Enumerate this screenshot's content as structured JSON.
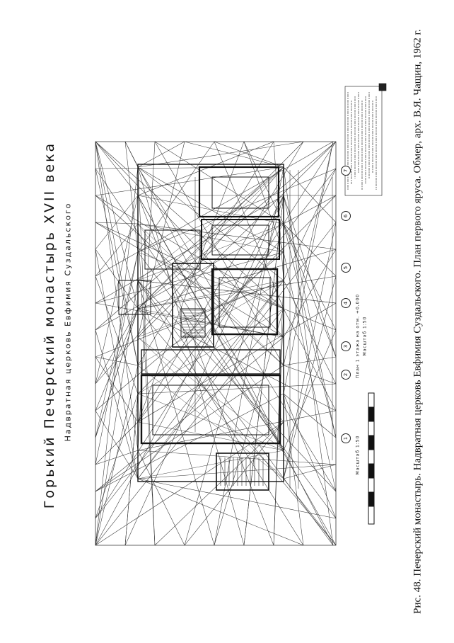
{
  "drawing": {
    "title": "Горький Печерский монастырь XVII века",
    "subtitle": "Надвратная церковь Евфимия Суздальского",
    "plan_label": "План 1 этажа на отм. +0,000",
    "plan_scale": "Масштаб 1:50",
    "scale_label": "Масштаб 1:50",
    "axes": [
      "1",
      "2",
      "3",
      "4",
      "5",
      "6",
      "7"
    ]
  },
  "caption": "Рис. 48. Печерский монастырь. Надвратная церковь Евфимия Суздальского. План первого яруса. Обмер, арх. В.Я. Чащин, 1962 г.",
  "colors": {
    "ink": "#111111",
    "paper": "#ffffff"
  }
}
